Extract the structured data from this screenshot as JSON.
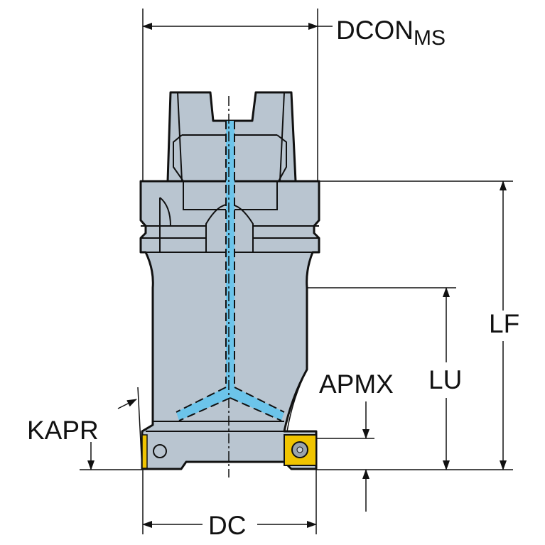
{
  "title": "Milling cutter with coolant channels - dimension drawing",
  "labels": {
    "dcon": "DCON",
    "dcon_sub": "MS",
    "lf": "LF",
    "lu": "LU",
    "apmx": "APMX",
    "kapr": "KAPR",
    "dc": "DC"
  },
  "colors": {
    "body": "#b9c5d0",
    "coolant": "#6cc4ea",
    "insert": "#f0c400",
    "line": "#111111"
  }
}
